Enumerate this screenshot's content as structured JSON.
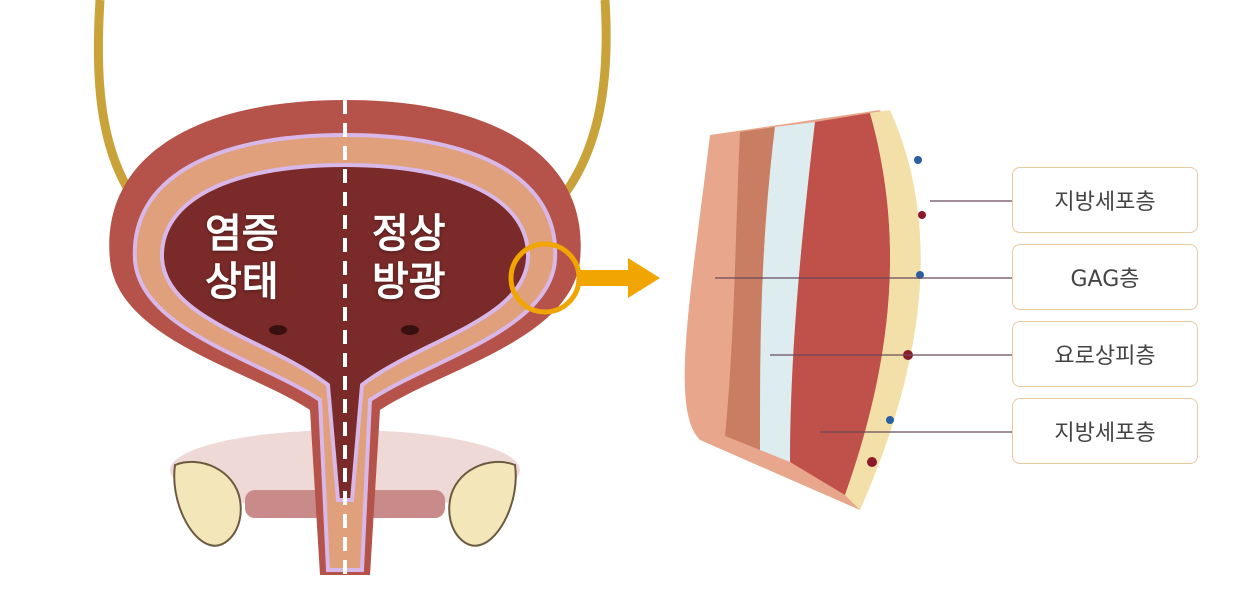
{
  "bladder": {
    "left_label": [
      "염증",
      "상태"
    ],
    "right_label": [
      "정상",
      "방광"
    ]
  },
  "layers": [
    {
      "label": "지방세포층"
    },
    {
      "label": "GAG층"
    },
    {
      "label": "요로상피층"
    },
    {
      "label": "지방세포층"
    }
  ],
  "colors": {
    "highlight": "#f0a500",
    "muscle": "#b5524a",
    "mucosa": "#7a2a28",
    "label_border": "#e8c9a0"
  }
}
